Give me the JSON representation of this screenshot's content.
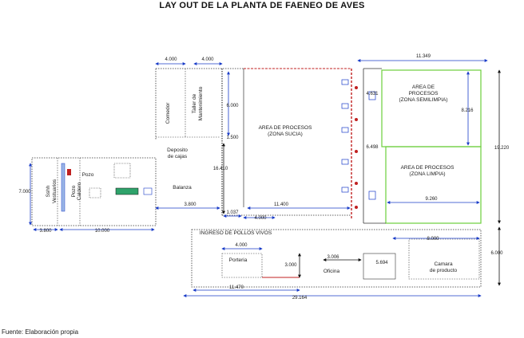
{
  "title": "LAY OUT DE LA PLANTA DE FAENEO DE AVES",
  "source": "Fuente: Elaboración propia",
  "rooms": {
    "comedor": "Comedor",
    "taller": "Taller de",
    "taller2": "Mantenimiento",
    "deposito": "Deposito",
    "deposito2": "de cajas",
    "balanza": "Balanza",
    "sucia": "AREA DE PROCESOS",
    "sucia2": "(ZONA SUCIA)",
    "semi": "AREA DE",
    "semi2": "PROCESOS",
    "semi3": "(ZONA SEMILIMPIA)",
    "limpia": "AREA DE PROCESOS",
    "limpia2": "(ZONA LIMPIA)",
    "ingreso": "INGRESO DE POLLOS VIVOS",
    "porteria": "Porteria",
    "oficina": "Oficina",
    "camara": "Camara",
    "camara2": "de producto",
    "pozo": "Pozo",
    "sshh": "Sshh",
    "sshh2": "Vestuarios",
    "pozo2": "Pozo",
    "caldero": "Caldero"
  },
  "dims": {
    "d1": "4.000",
    "d2": "4.000",
    "d3": "11.349",
    "d4": "6.000",
    "d5": "1.500",
    "d6": "16.410",
    "d7": "4.631",
    "d8": "8.216",
    "d9": "19.220",
    "d10": "6.498",
    "d11": "9.260",
    "d12": "7.000",
    "d13": "3.800",
    "d14": "10.000",
    "d15": "3.800",
    "d16": "11.400",
    "d17": "1.037",
    "d18": "4.000",
    "d19": "8.000",
    "d20": "6.000",
    "d21": "4.000",
    "d22": "3.000",
    "d23": "5.694",
    "d24": "3.006",
    "d25": "11.470",
    "d26": "29.164"
  }
}
